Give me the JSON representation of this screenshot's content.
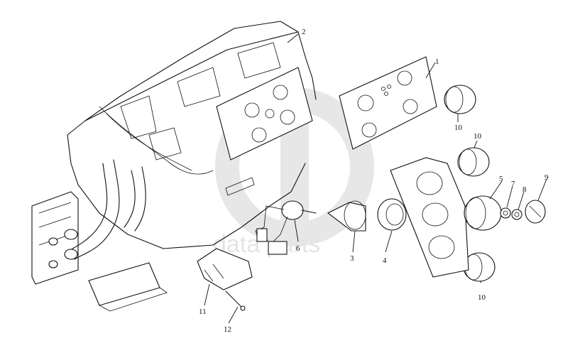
{
  "diagram": {
    "callouts": {
      "c1": "1",
      "c2": "2",
      "c3": "3",
      "c4": "4",
      "c5": "5",
      "c6": "6",
      "c7": "7",
      "c8": "8",
      "c9": "9",
      "c10a": "10",
      "c10b": "10",
      "c10c": "10",
      "c11": "11",
      "c12": "12"
    },
    "watermark": "data parts"
  }
}
